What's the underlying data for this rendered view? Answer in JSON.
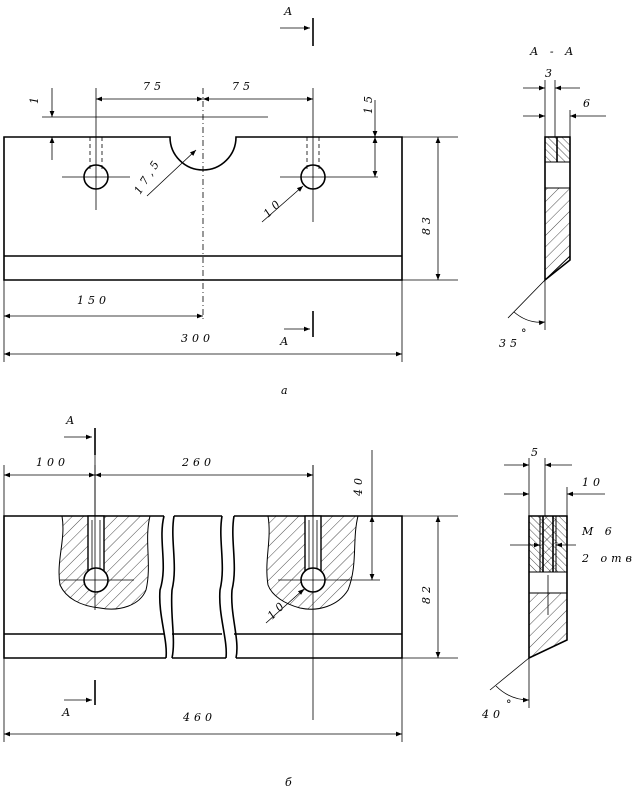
{
  "figure_a": {
    "caption": "а",
    "section_marker": "А",
    "section_title": "А - А",
    "dims": {
      "d1": "1",
      "d75_left": "75",
      "d75_right": "75",
      "d15": "15",
      "d17_5": "17,5",
      "d10": "10",
      "d83": "83",
      "d150": "150",
      "d300": "300",
      "s3": "3",
      "s6": "6",
      "angle35": "35",
      "deg": "°"
    }
  },
  "figure_b": {
    "caption": "б",
    "section_marker": "А",
    "dims": {
      "d100": "100",
      "d260": "260",
      "d40": "40",
      "d10": "10",
      "d82": "82",
      "d460": "460",
      "s5": "5",
      "s10": "10",
      "thread": "М 6",
      "holes": "2 отв",
      "angle40": "40",
      "deg": "°"
    }
  }
}
